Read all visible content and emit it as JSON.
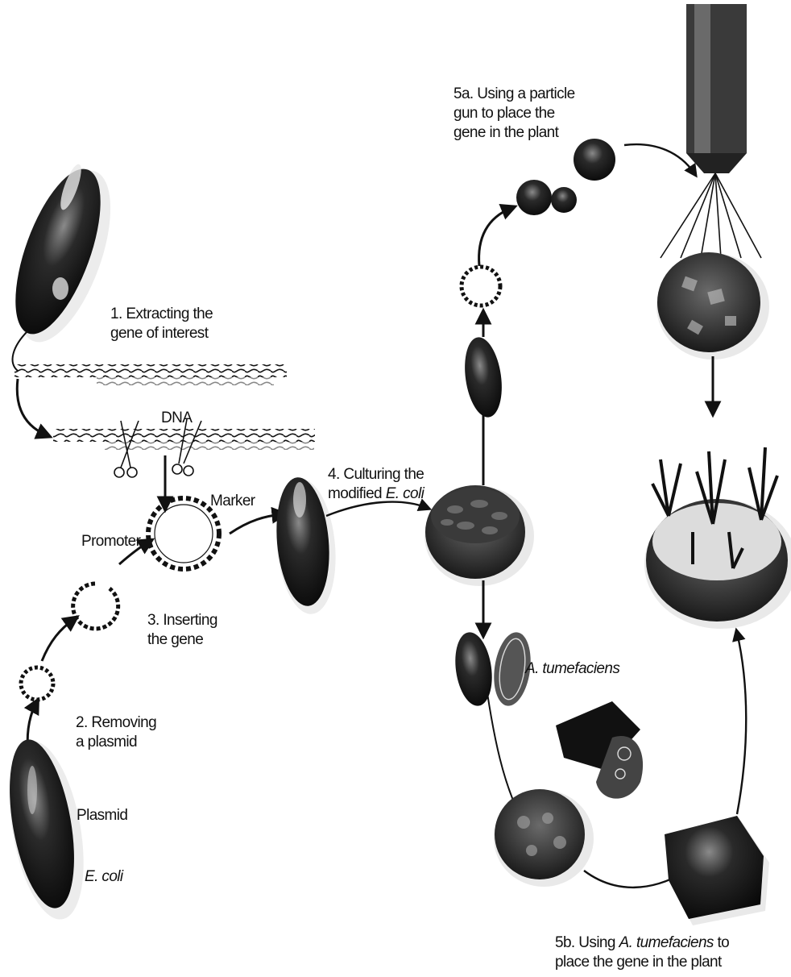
{
  "steps": {
    "s1": {
      "line1": "1. Extracting the",
      "line2": "gene of interest"
    },
    "dna": "DNA",
    "marker": "Marker",
    "promoter": "Promoter",
    "s2": {
      "line1": "2. Removing",
      "line2": "a plasmid"
    },
    "s3": {
      "line1": "3. Inserting",
      "line2": "the gene"
    },
    "s4": {
      "line1": "4. Culturing the",
      "line2_prefix": "modified ",
      "line2_italic": "E. coli"
    },
    "plasmid": "Plasmid",
    "ecoli": "E. coli",
    "atumefaciens": "A. tumefaciens",
    "s5a": {
      "line1": "5a. Using a particle",
      "line2": "gun to place the",
      "line3": "gene in the plant"
    },
    "s5b": {
      "line1_prefix": "5b. Using ",
      "line1_italic": "A. tumefaciens",
      "line1_suffix": " to",
      "line2": "place the gene in the plant"
    }
  }
}
